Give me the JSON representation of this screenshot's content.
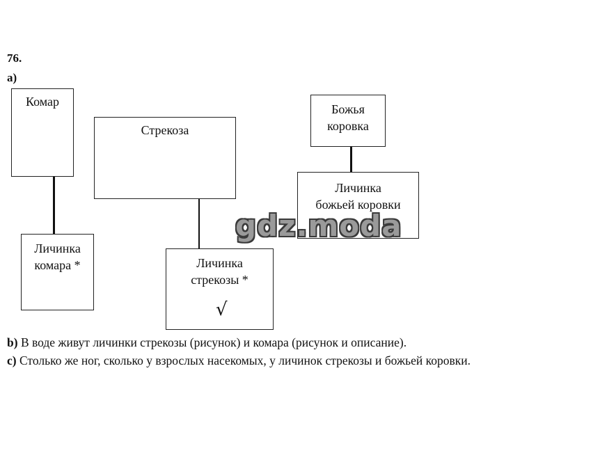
{
  "task": {
    "number": "76.",
    "part_a": "a)"
  },
  "diagram": {
    "mosquito": "Комар",
    "dragonfly": "Стрекоза",
    "ladybug": "Божья\nкоровка",
    "mosquito_larva": "Личинка\nкомара *",
    "dragonfly_larva": "Личинка\nстрекозы *",
    "ladybug_larva": "Личинка\nбожьей коровки",
    "checkmark": "√"
  },
  "watermark": "gdz.moda",
  "answers": {
    "b_label": "b)",
    "b_text": " В воде живут личинки стрекозы (рисунок) и комара (рисунок и описание).",
    "c_label": "c)",
    "c_text": " Столько же ног, сколько у взрослых насекомых, у личинок стрекозы и божьей коровки."
  }
}
